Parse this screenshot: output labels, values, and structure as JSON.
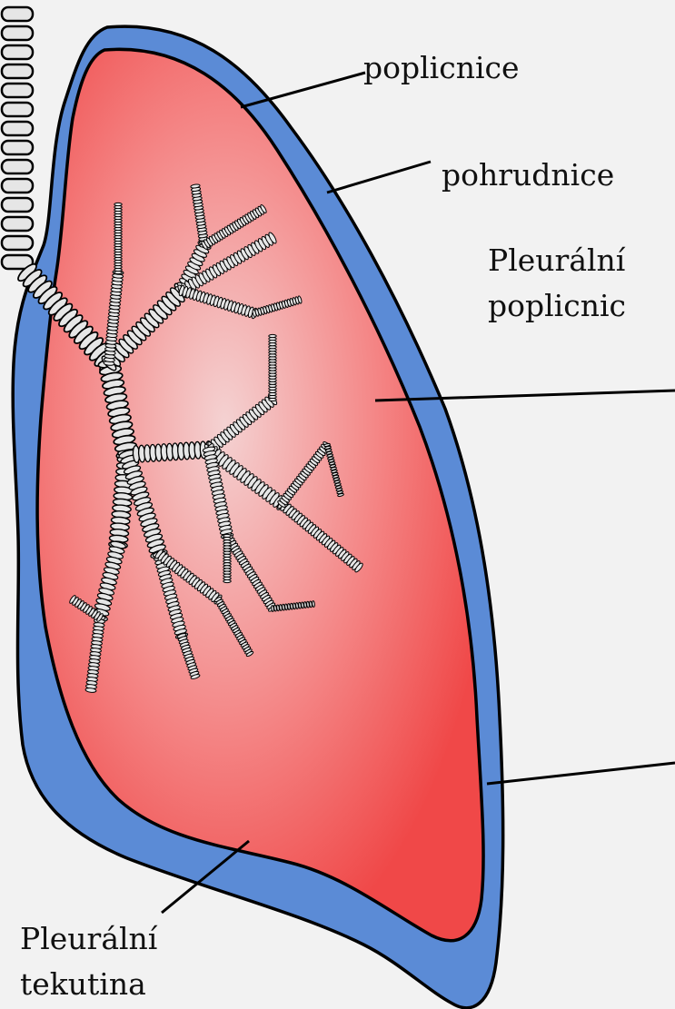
{
  "labels": {
    "poplicnice": "poplicnice",
    "pohrudnice": "pohrudnice",
    "pleuralni_dutina_line1": "Pleurální",
    "pleuralni_dutina_line2": "poplicnic",
    "pleuralni_tekutina_line1": "Pleurální",
    "pleuralni_tekutina_line2": "tekutina"
  },
  "colors": {
    "background": "#f2f2f2",
    "pleura_outer": "#5b8bd6",
    "lung_center": "#f4d2d2",
    "lung_edge": "#f04848",
    "outline": "#000000",
    "bronchus": "#e6e6e6"
  }
}
